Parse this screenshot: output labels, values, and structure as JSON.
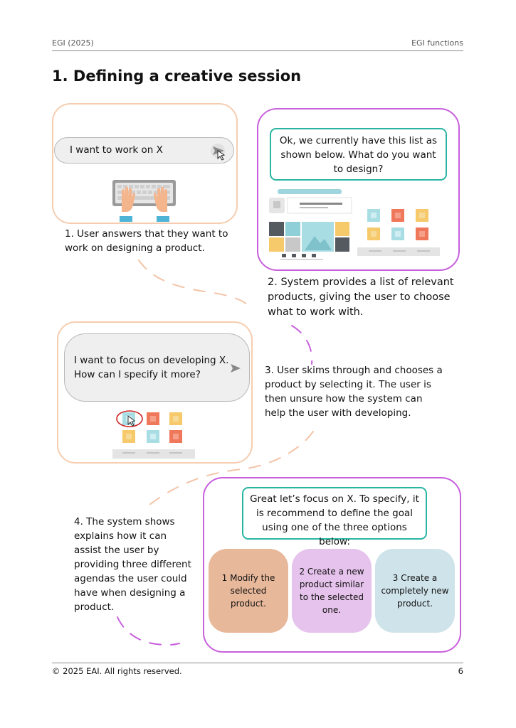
{
  "header": {
    "left": "EGI (2025)",
    "right": "EGI functions"
  },
  "title": "1. Defining a creative session",
  "step1": {
    "input_text": "I want to work on X",
    "caption": "1. User answers that they want to work on designing a product."
  },
  "step2": {
    "bubble": "Ok, we currently have this list as shown below. What do you want to design?",
    "caption": "2. System provides a list of relevant products, giving the user to choose what to work with."
  },
  "step3": {
    "input_text": "I want to focus on developing X. How can I specify it more?",
    "caption": "3. User skims through and chooses a product by selecting it. The user is then unsure how the system can help the user with developing."
  },
  "step4": {
    "bubble": "Great let’s focus on X. To specify, it is recommend to define the goal using one of the three options below:",
    "caption": "4. The system shows explains how it can assist the user by providing three different agendas the user could have when designing a product.",
    "options": [
      {
        "label": "1 Modify the selected product.",
        "color": "#e8b89a"
      },
      {
        "label": "2 Create a new product similar to the selected one.",
        "color": "#e6c3ec"
      },
      {
        "label": "3 Create a completely new product.",
        "color": "#cfe3ea"
      }
    ]
  },
  "icons": {
    "send": "send-icon",
    "cursor": "cursor-icon",
    "keyboard": "keyboard-icon"
  },
  "footer": {
    "copyright": "© 2025 EAI. All rights reserved.",
    "page": "6"
  }
}
